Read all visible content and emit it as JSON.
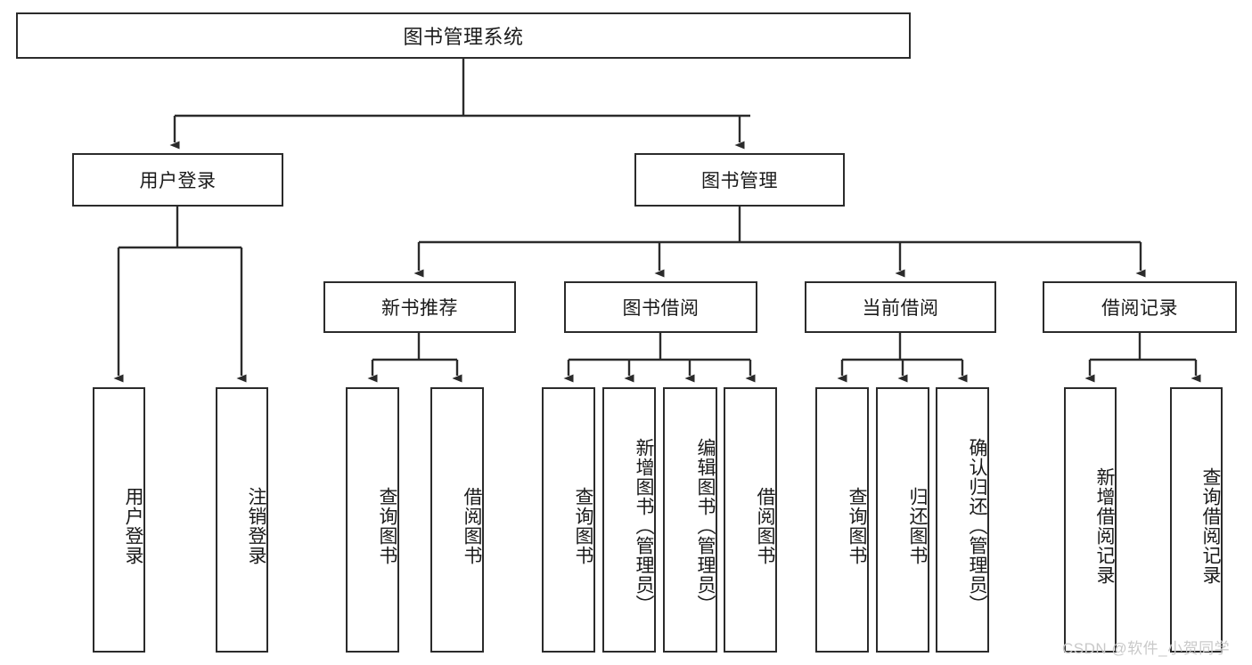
{
  "diagram": {
    "title": "图书管理系统",
    "type": "功能结构图",
    "root": {
      "id": "root",
      "label": "图书管理系统"
    },
    "level1": [
      {
        "id": "user-login",
        "label": "用户登录"
      },
      {
        "id": "book-manage",
        "label": "图书管理"
      }
    ],
    "level2": [
      {
        "id": "new-book-rec",
        "label": "新书推荐",
        "parent": "book-manage"
      },
      {
        "id": "book-borrow",
        "label": "图书借阅",
        "parent": "book-manage"
      },
      {
        "id": "current-borrow",
        "label": "当前借阅",
        "parent": "book-manage"
      },
      {
        "id": "borrow-record",
        "label": "借阅记录",
        "parent": "book-manage"
      }
    ],
    "leaves": [
      {
        "id": "leaf-user-login",
        "label": "用户登录",
        "parent": "user-login"
      },
      {
        "id": "leaf-logout",
        "label": "注销登录",
        "parent": "user-login"
      },
      {
        "id": "leaf-query-book-1",
        "label": "查询图书",
        "parent": "new-book-rec"
      },
      {
        "id": "leaf-borrow-book-1",
        "label": "借阅图书",
        "parent": "new-book-rec"
      },
      {
        "id": "leaf-query-book-2",
        "label": "查询图书",
        "parent": "book-borrow"
      },
      {
        "id": "leaf-add-book",
        "label": "新增图书（管理员）",
        "parent": "book-borrow"
      },
      {
        "id": "leaf-edit-book",
        "label": "编辑图书（管理员）",
        "parent": "book-borrow"
      },
      {
        "id": "leaf-borrow-book-2",
        "label": "借阅图书",
        "parent": "book-borrow"
      },
      {
        "id": "leaf-query-book-3",
        "label": "查询图书",
        "parent": "current-borrow"
      },
      {
        "id": "leaf-return-book",
        "label": "归还图书",
        "parent": "current-borrow"
      },
      {
        "id": "leaf-confirm-return",
        "label": "确认归还（管理员）",
        "parent": "current-borrow"
      },
      {
        "id": "leaf-add-record",
        "label": "新增借阅记录",
        "parent": "borrow-record"
      },
      {
        "id": "leaf-query-record",
        "label": "查询借阅记录",
        "parent": "borrow-record"
      }
    ],
    "colors": {
      "border": "#2b2b2b",
      "text": "#1a1a1a",
      "background": "#ffffff",
      "edge": "#2b2b2b",
      "watermark": "#c9c9c9"
    }
  },
  "watermark": {
    "text": "CSDN @软件_小贺同学"
  }
}
